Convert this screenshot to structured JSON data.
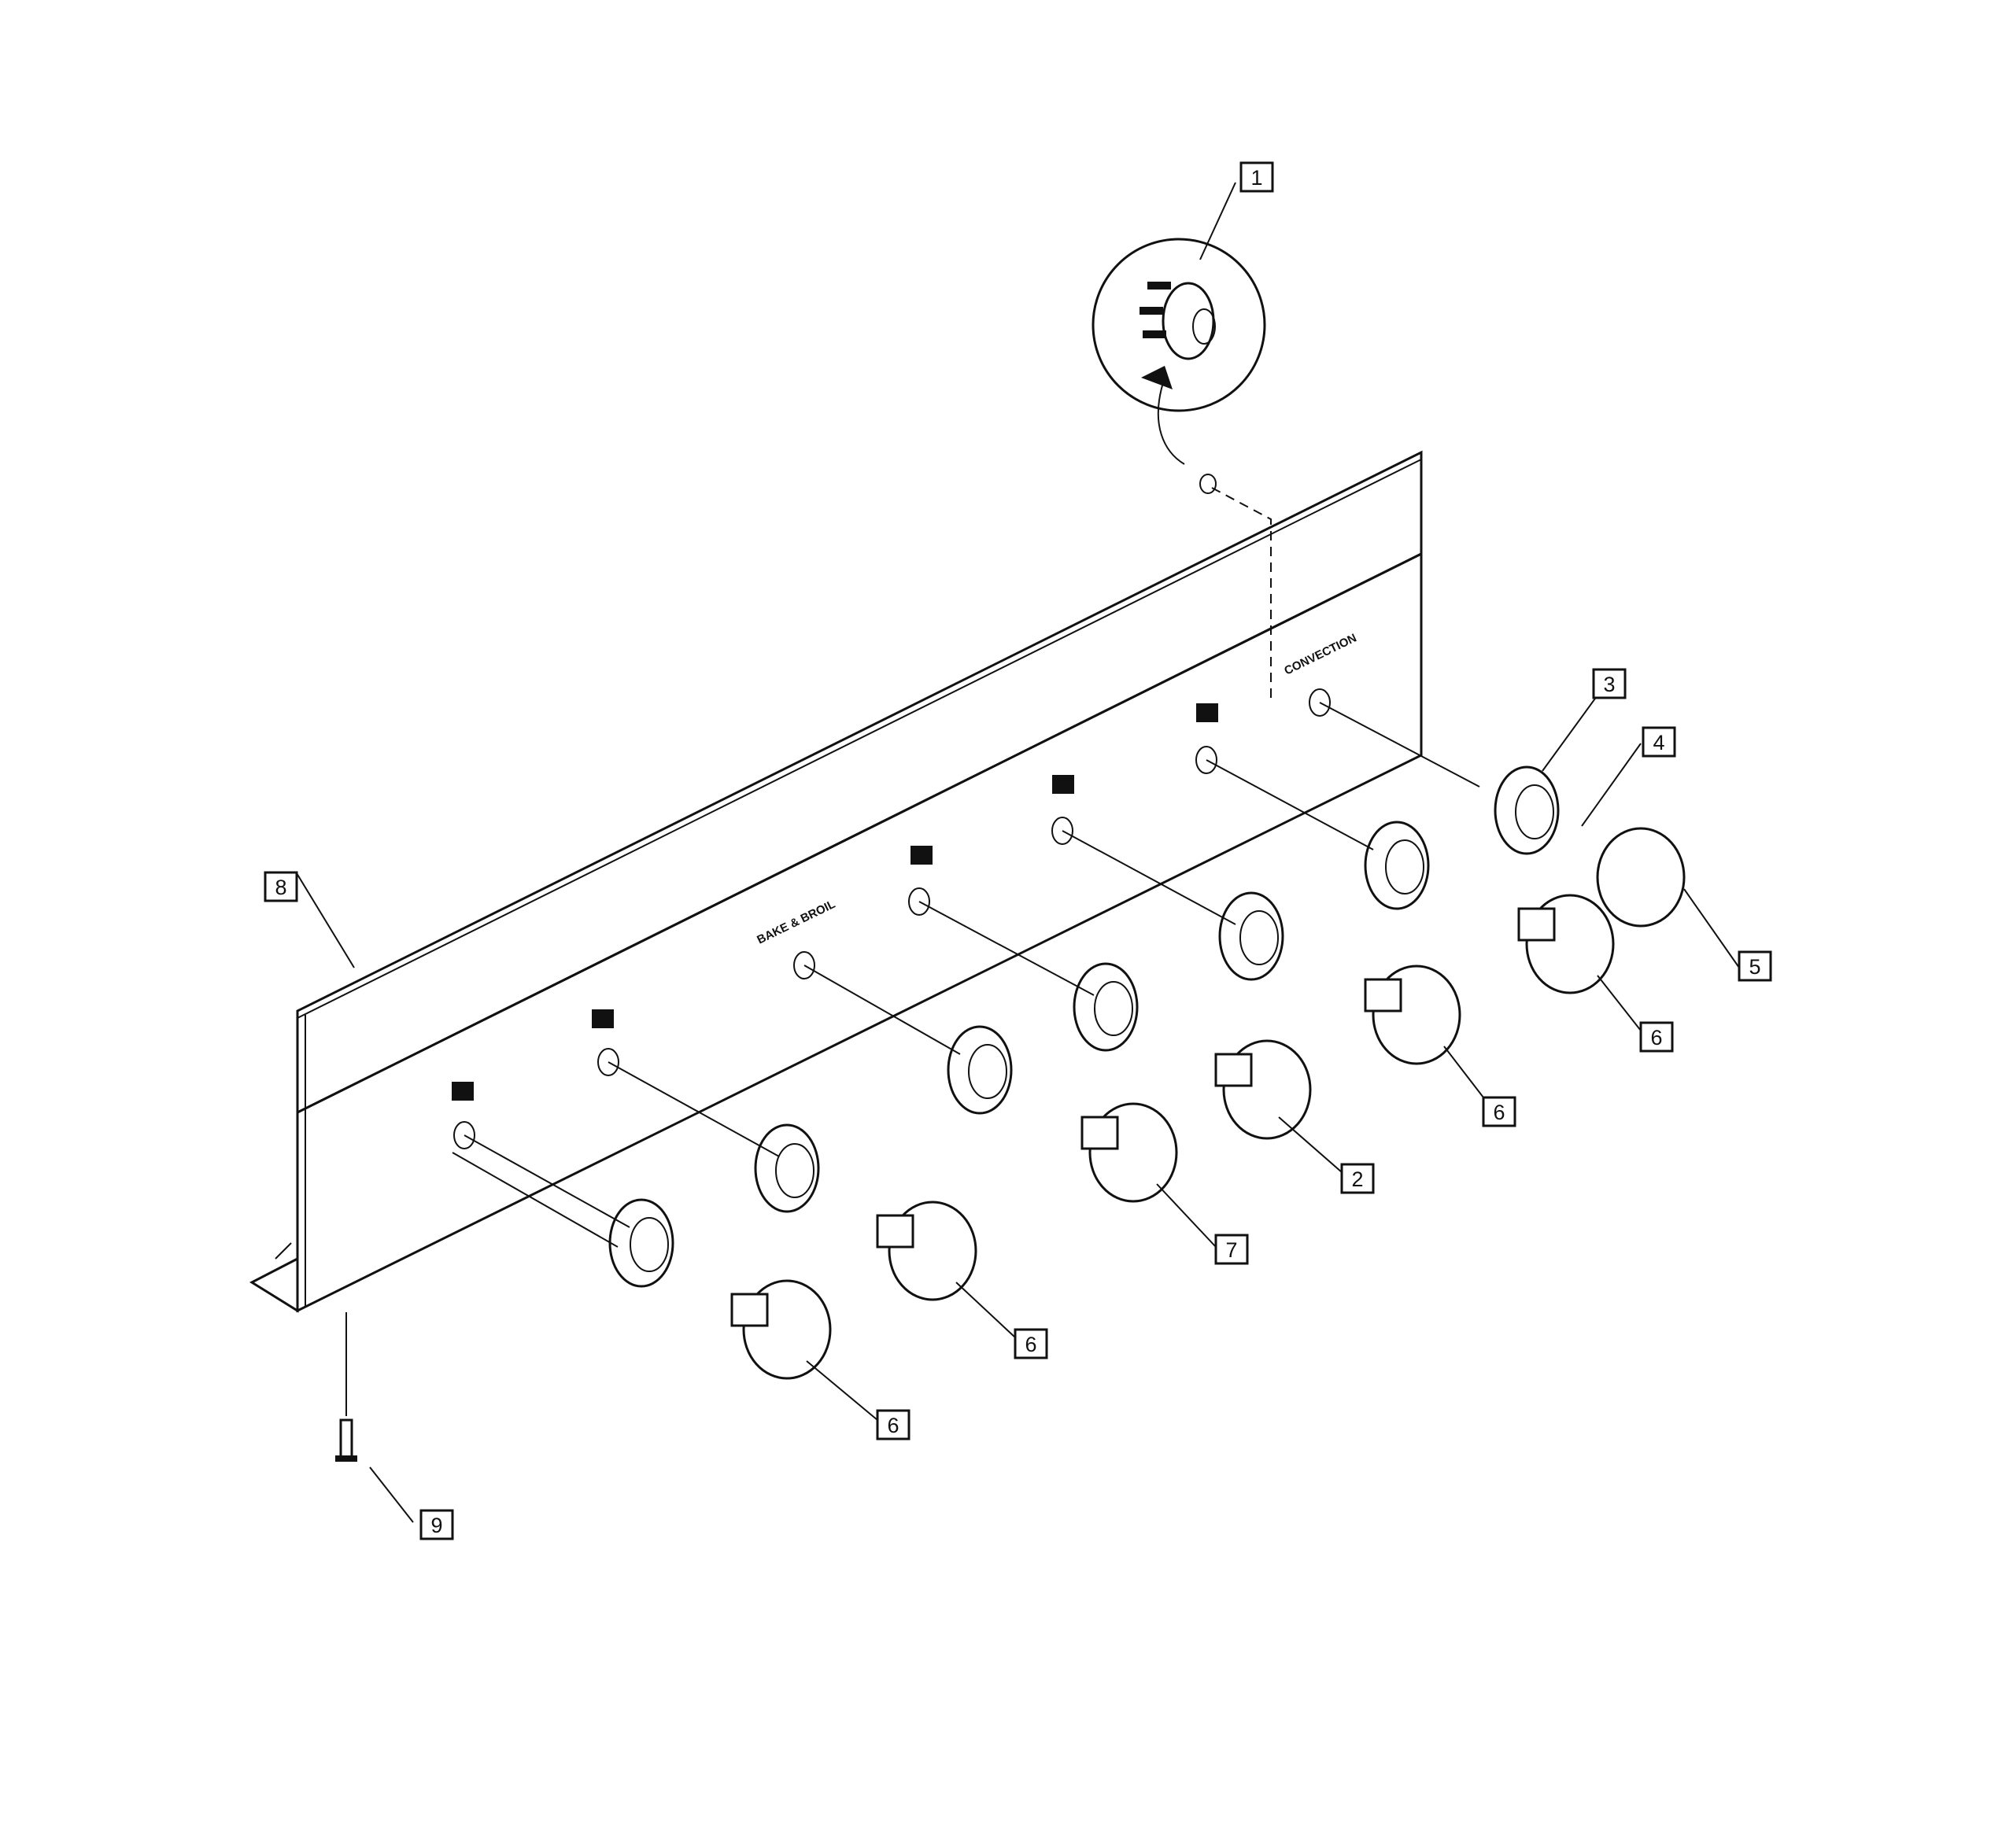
{
  "diagram": {
    "panel_labels": {
      "bake_broil": "BAKE & BROIL",
      "convection": "CONVECTION"
    },
    "callouts": [
      {
        "id": "c1",
        "label": "1"
      },
      {
        "id": "c2",
        "label": "2"
      },
      {
        "id": "c3",
        "label": "3"
      },
      {
        "id": "c4",
        "label": "4"
      },
      {
        "id": "c5",
        "label": "5"
      },
      {
        "id": "c6a",
        "label": "6"
      },
      {
        "id": "c6b",
        "label": "6"
      },
      {
        "id": "c6c",
        "label": "6"
      },
      {
        "id": "c6d",
        "label": "6"
      },
      {
        "id": "c7",
        "label": "7"
      },
      {
        "id": "c8",
        "label": "8"
      },
      {
        "id": "c9",
        "label": "9"
      }
    ]
  }
}
